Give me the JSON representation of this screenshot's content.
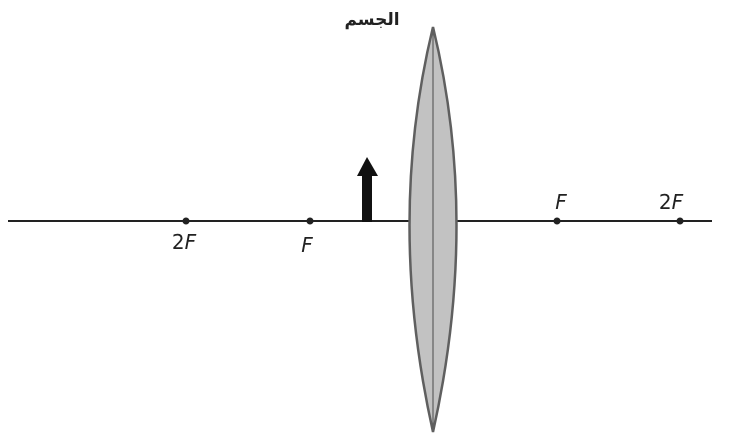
{
  "labels": {
    "object": "الجسم",
    "left_2f": {
      "prefix": "2",
      "letter": "F"
    },
    "left_f": {
      "letter": "F"
    },
    "right_f": {
      "letter": "F"
    },
    "right_2f": {
      "prefix": "2",
      "letter": "F"
    }
  },
  "colors": {
    "axis": "#222222",
    "lens_fill": "#c2c2c2",
    "lens_stroke": "#5f5f5f",
    "object_arrow": "#111111",
    "point": "#222222"
  }
}
